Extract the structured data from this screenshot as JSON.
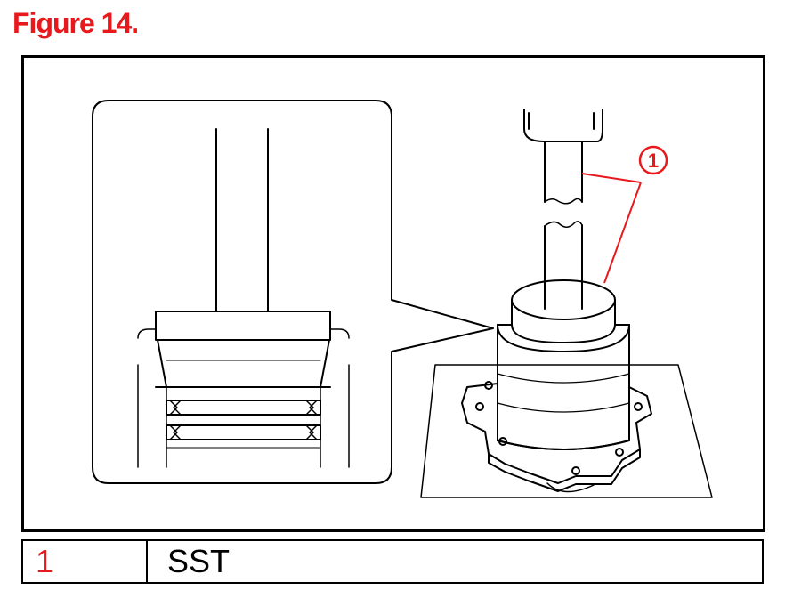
{
  "title": "Figure 14.",
  "callout": {
    "number": "1",
    "color": "#e8191c"
  },
  "legend": [
    {
      "number": "1",
      "description": "SST"
    }
  ],
  "colors": {
    "accent": "#e8191c",
    "line": "#000000"
  }
}
